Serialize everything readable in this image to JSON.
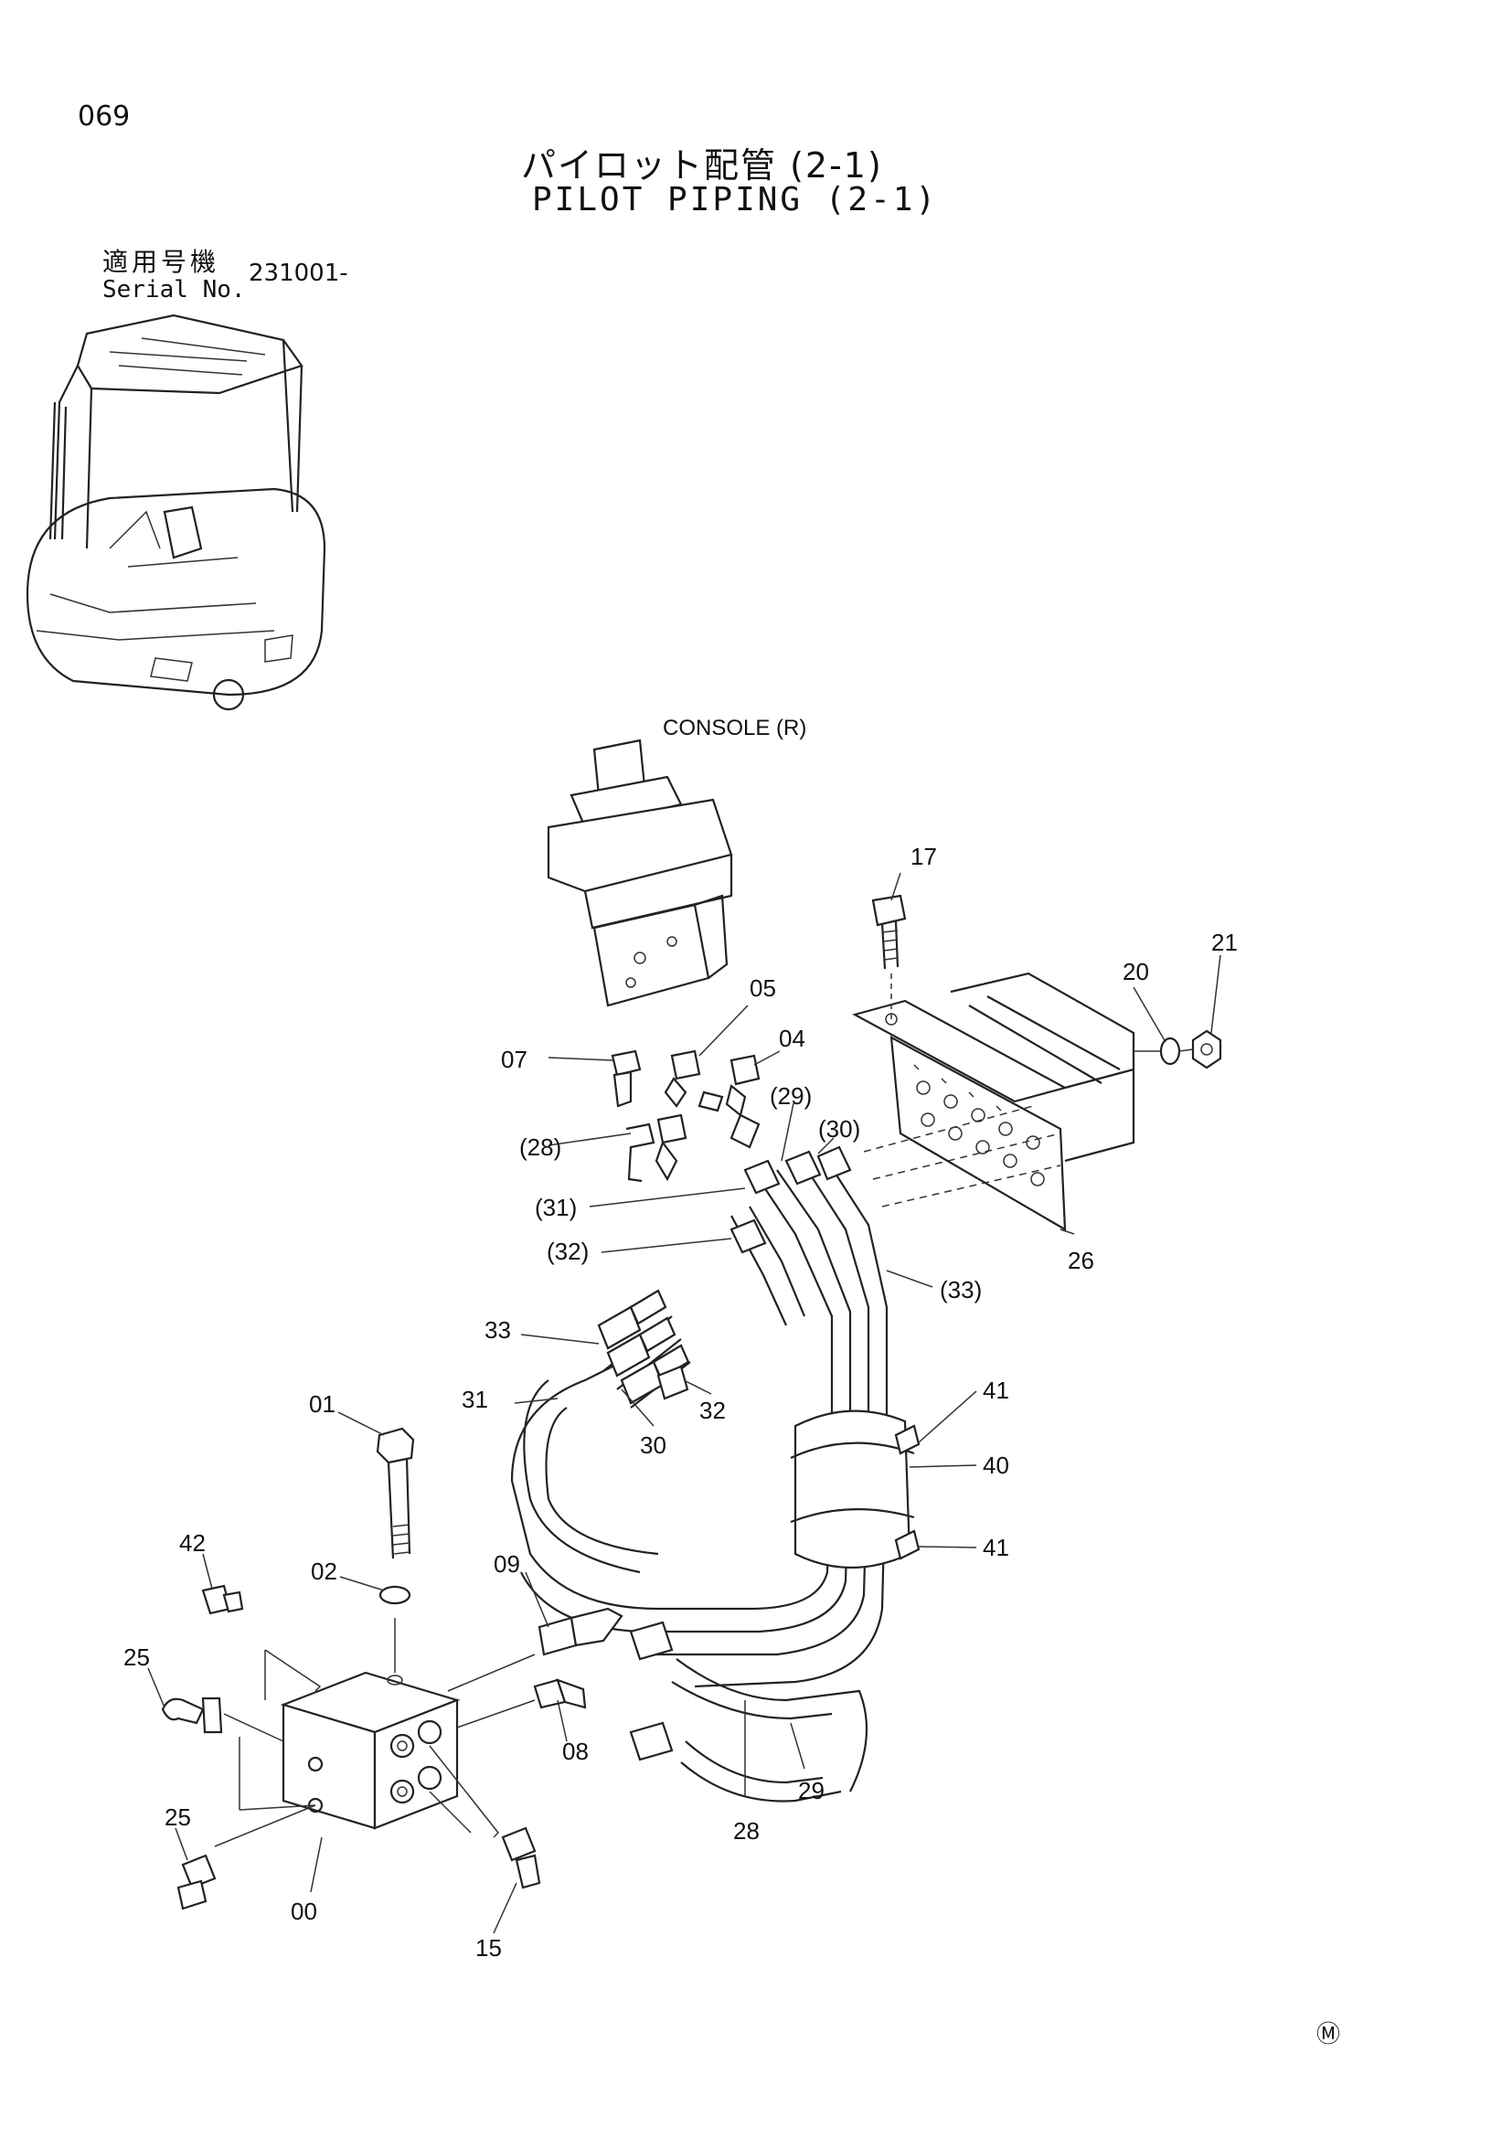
{
  "header": {
    "page_number": "069",
    "title_jp": "パイロット配管 (2-1)",
    "title_en": "PILOT PIPING (2-1)",
    "serial_label_jp": "適用号機",
    "serial_label_en": "Serial No.",
    "serial_value": "231001-"
  },
  "diagram": {
    "console_label": "CONSOLE (R)",
    "part_labels": [
      "00",
      "01",
      "02",
      "04",
      "05",
      "07",
      "08",
      "09",
      "15",
      "17",
      "20",
      "21",
      "25",
      "25",
      "26",
      "28",
      "29",
      "30",
      "31",
      "32",
      "33",
      "40",
      "41",
      "41",
      "(28)",
      "(29)",
      "(30)",
      "(31)",
      "(32)",
      "(33)"
    ]
  },
  "footer": {
    "mark": "Ⓜ"
  }
}
